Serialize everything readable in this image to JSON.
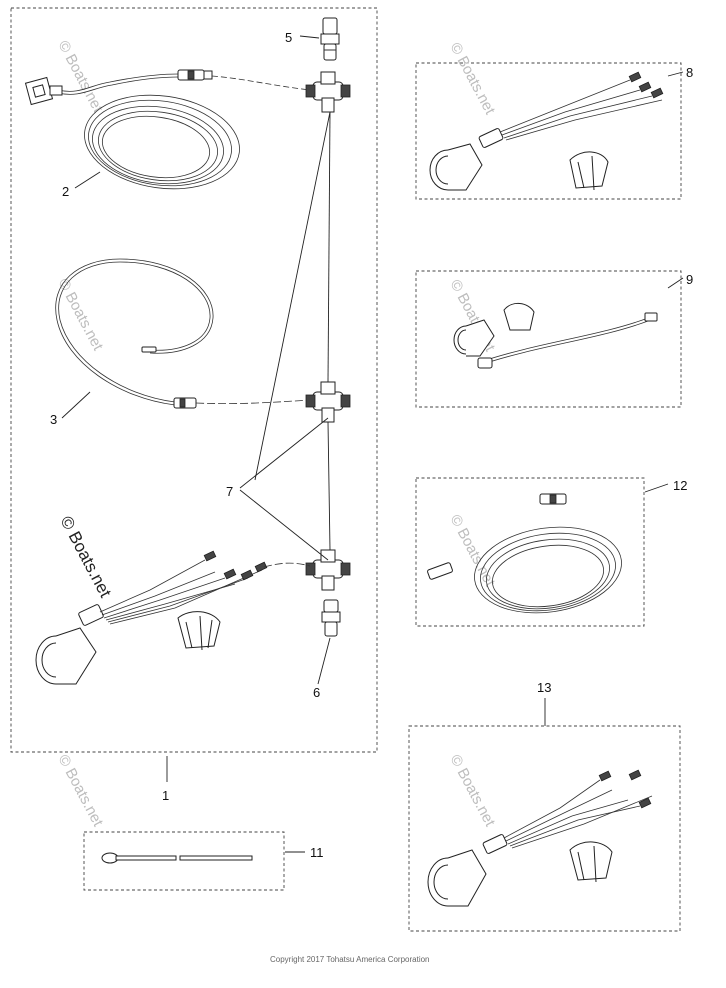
{
  "callouts": {
    "n1": "1",
    "n2": "2",
    "n3": "3",
    "n5": "5",
    "n6": "6",
    "n7": "7",
    "n8": "8",
    "n9": "9",
    "n11": "11",
    "n12": "12",
    "n13": "13"
  },
  "watermark": {
    "text": "© Boats.net"
  },
  "copyright": "Copyright 2017 Tohatsu America Corporation"
}
